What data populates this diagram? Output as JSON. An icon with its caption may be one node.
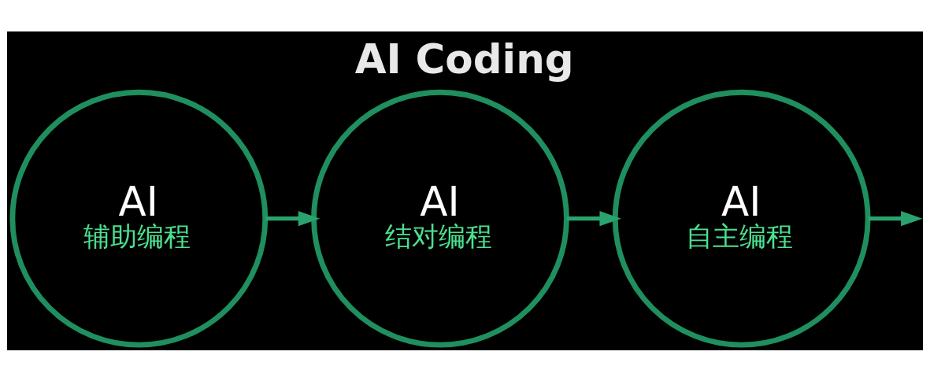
{
  "diagram": {
    "title": "AI Coding",
    "nodes": [
      {
        "text": [
          "AI",
          "辅助编程"
        ]
      },
      {
        "text": [
          "AI",
          "结对编程"
        ]
      },
      {
        "text": [
          "AI",
          "自主编程"
        ]
      }
    ],
    "edges": [
      {
        "from": 0,
        "to": 1,
        "arrow": "to"
      },
      {
        "from": 1,
        "to": 2,
        "arrow": "to"
      },
      {
        "from": 2,
        "to": null,
        "arrow": "to"
      }
    ]
  }
}
